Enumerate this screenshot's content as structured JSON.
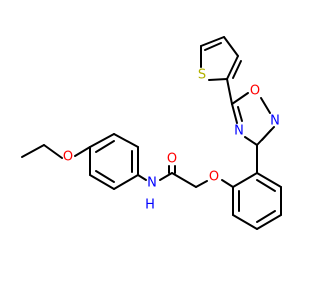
{
  "colors": {
    "background": "#ffffff",
    "bond": "#000000",
    "oxygen": "#ff0000",
    "nitrogen": "#0000ff",
    "sulfur": "#b2b200"
  },
  "atoms": {
    "o_ethoxy": "O",
    "o_carbonyl": "O",
    "n_amide": "N",
    "h_amide": "H",
    "o_ether": "O",
    "o_oxadiazole": "O",
    "n_oxadiazole_top": "N",
    "n_oxadiazole_bottom": "N",
    "s_thiophene": "S"
  }
}
